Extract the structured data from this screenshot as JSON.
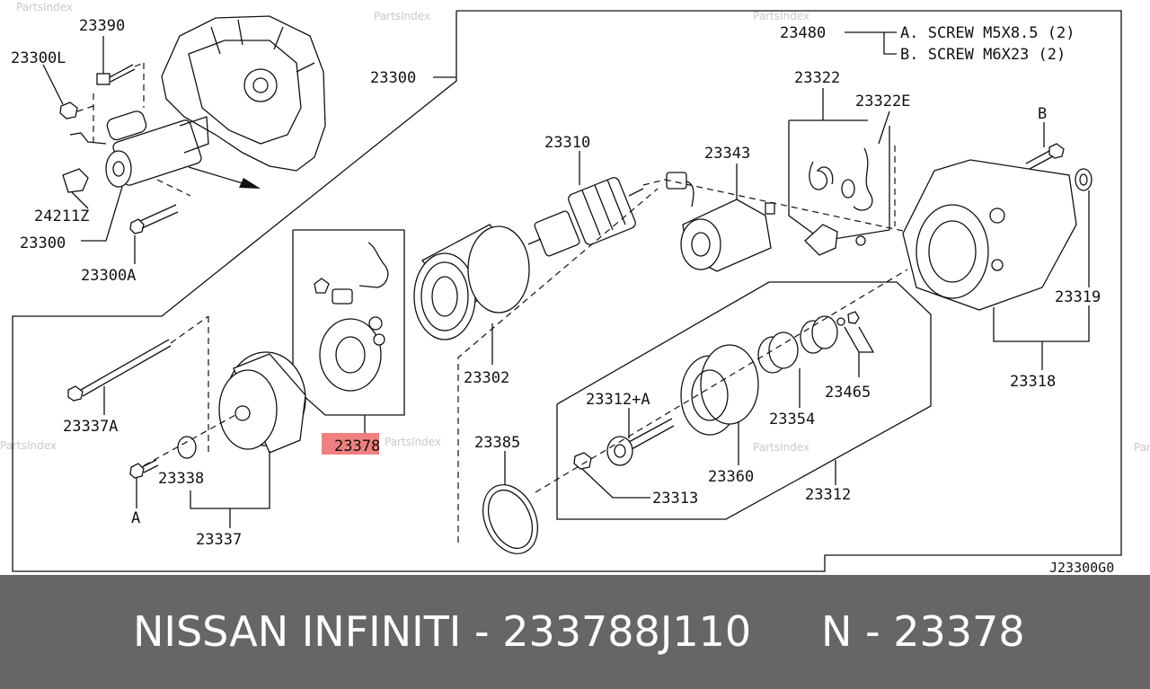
{
  "diagram": {
    "colors": {
      "line": "#111111",
      "highlight": "#f08080",
      "watermark": "#c9c9c9",
      "caption_bg": "#666666",
      "caption_text": "#ffffff"
    },
    "watermark": "PartsIndex",
    "labels": {
      "p23390": "23390",
      "p23300L": "23300L",
      "p24211Z": "24211Z",
      "p23300_left": "23300",
      "p23300A": "23300A",
      "p23300_top": "23300",
      "p23310": "23310",
      "p23343": "23343",
      "p23322": "23322",
      "p23322E": "23322E",
      "p23480": "23480",
      "screw_a": "A. SCREW M5X8.5 (2)",
      "screw_b": "B. SCREW M6X23 (2)",
      "letter_b": "B",
      "p23302": "23302",
      "p23319": "23319",
      "p23318": "23318",
      "p23465": "23465",
      "p23354": "23354",
      "p23312A": "23312+A",
      "p23360": "23360",
      "p23313": "23313",
      "p23312": "23312",
      "p23385": "23385",
      "p23378": "23378",
      "p23337A": "23337A",
      "p23338": "23338",
      "letter_a": "A",
      "p23337": "23337",
      "diagram_code": "J23300G0"
    }
  },
  "caption": {
    "left": "NISSAN INFINITI - 233788J110",
    "right": "N - 23378"
  }
}
